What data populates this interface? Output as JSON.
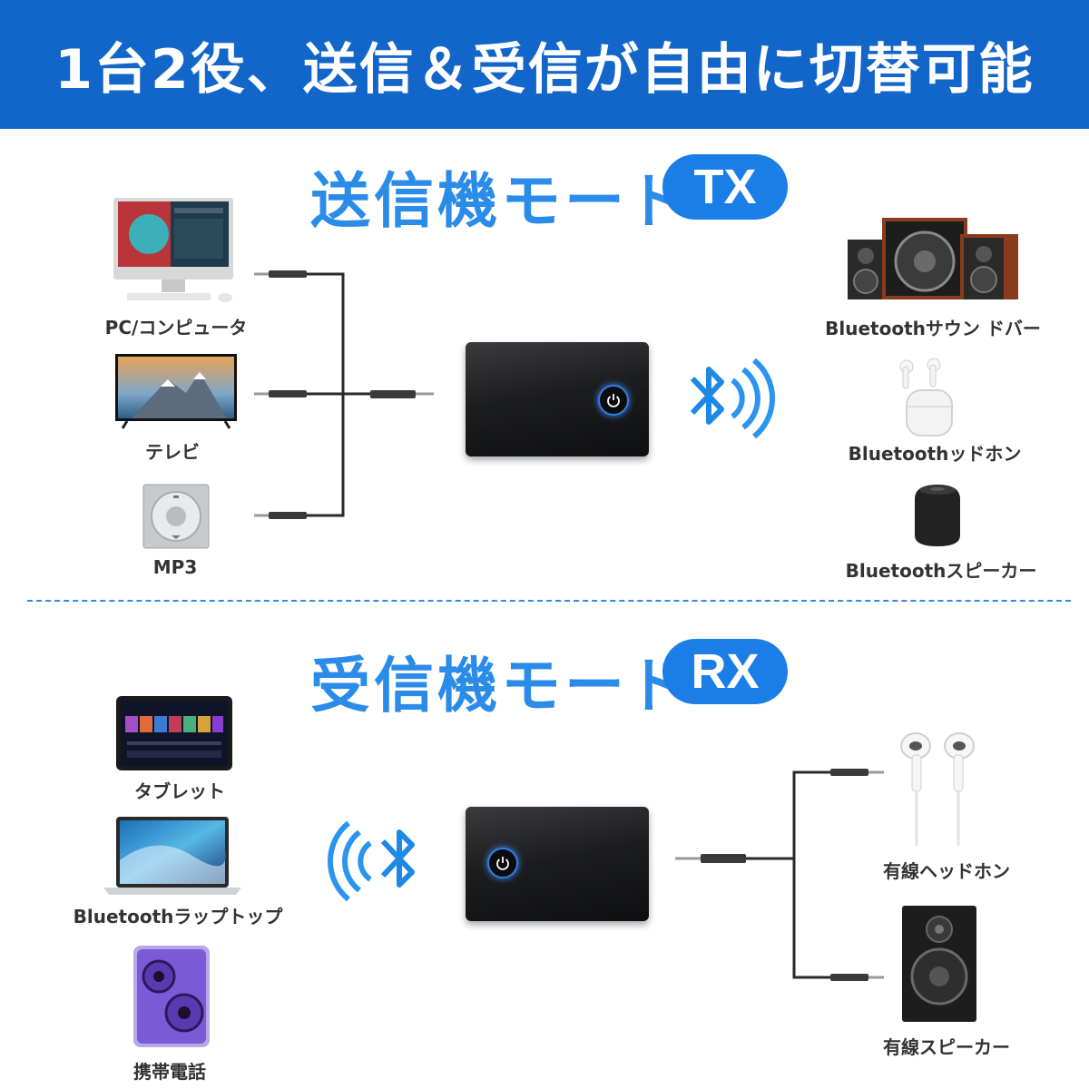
{
  "header": {
    "title": "1台2役、送信＆受信が自由に切替可能"
  },
  "tx": {
    "mode_title": "送信機モード",
    "badge": "TX",
    "sources": [
      {
        "label": "PC/コンピュータ",
        "icon": "desktop-computer-icon"
      },
      {
        "label": "テレビ",
        "icon": "television-icon"
      },
      {
        "label": "MP3",
        "icon": "mp3-player-icon"
      }
    ],
    "targets": [
      {
        "label": "Bluetoothサウン ドバー",
        "icon": "soundbar-speakers-icon"
      },
      {
        "label": "Bluetoothッドホン",
        "icon": "wireless-earbuds-icon"
      },
      {
        "label": "Bluetoothスピーカー",
        "icon": "smart-speaker-icon"
      }
    ]
  },
  "rx": {
    "mode_title": "受信機モード",
    "badge": "RX",
    "sources": [
      {
        "label": "タブレット",
        "icon": "tablet-icon"
      },
      {
        "label": "Bluetoothラップトップ",
        "icon": "laptop-icon"
      },
      {
        "label": "携帯電話",
        "icon": "smartphone-icon"
      }
    ],
    "targets": [
      {
        "label": "有線ヘッドホン",
        "icon": "wired-earphones-icon"
      },
      {
        "label": "有線スピーカー",
        "icon": "wired-speaker-icon"
      }
    ]
  },
  "colors": {
    "banner": "#1366c9",
    "accent": "#2a8be8",
    "bluetooth": "#1e88e5"
  }
}
